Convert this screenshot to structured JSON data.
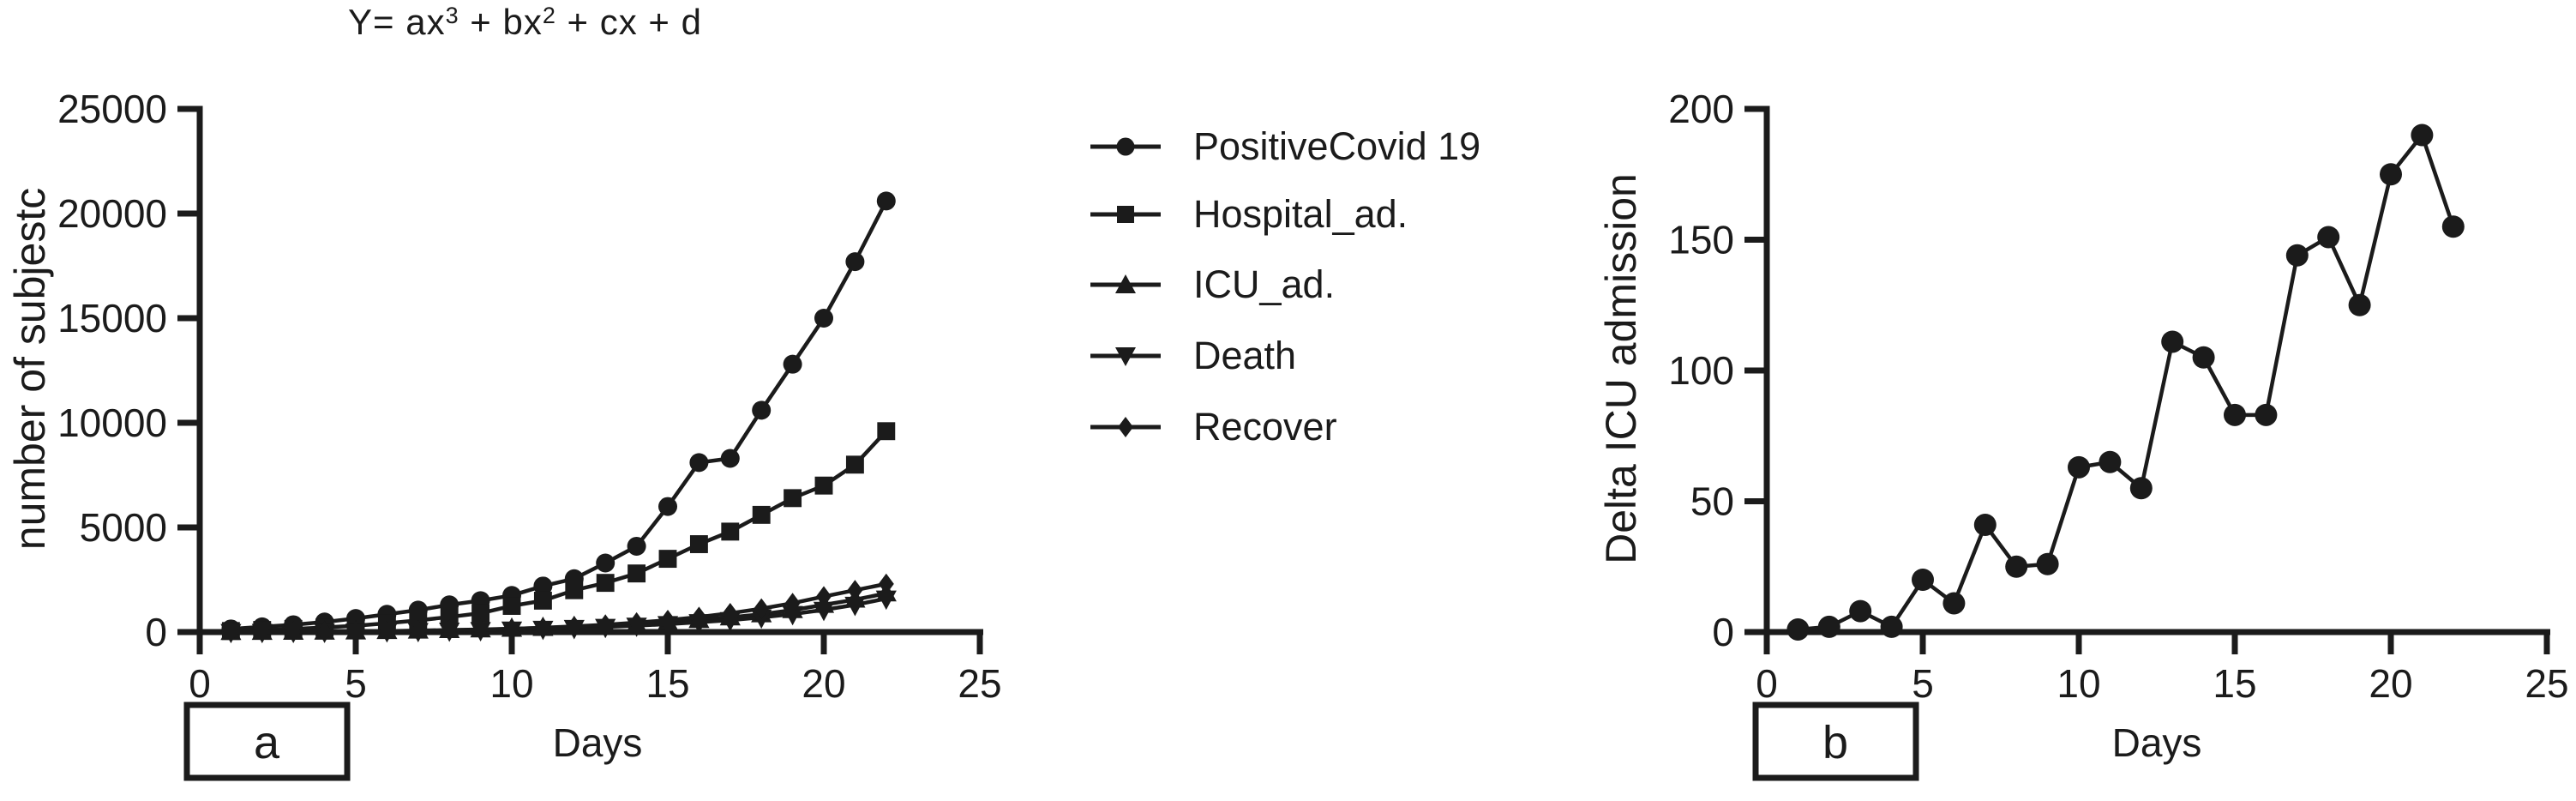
{
  "page": {
    "background": "#ffffff",
    "ink": "#1b1b1b"
  },
  "title": {
    "full": "Y= ax3 + bx2 + cx + d",
    "part1": "Y= ax",
    "sup1": "3",
    "part2": " + bx",
    "sup2": "2",
    "part3": " + cx + d"
  },
  "panel_labels": {
    "a": "a",
    "b": "b"
  },
  "chart_data": [
    {
      "id": "panel_a",
      "type": "line",
      "title": "Y= ax3 + bx2 + cx + d",
      "xlabel": "Days",
      "ylabel": "number of subjestc",
      "xlim": [
        0,
        25
      ],
      "ylim": [
        0,
        25000
      ],
      "xticks": [
        0,
        5,
        10,
        15,
        20,
        25
      ],
      "yticks": [
        0,
        5000,
        10000,
        15000,
        20000,
        25000
      ],
      "grid": false,
      "legend_position": "right",
      "x_days": [
        1,
        2,
        3,
        4,
        5,
        6,
        7,
        8,
        9,
        10,
        11,
        12,
        13,
        14,
        15,
        16,
        17,
        18,
        19,
        20,
        21,
        22
      ],
      "series": [
        {
          "name": "PositiveCovid 19",
          "marker": "circle",
          "values": [
            150,
            250,
            350,
            480,
            650,
            850,
            1050,
            1300,
            1500,
            1750,
            2200,
            2550,
            3300,
            4100,
            6000,
            8100,
            8300,
            10600,
            12800,
            15000,
            17700,
            20600
          ]
        },
        {
          "name": "Hospital_ad.",
          "marker": "square",
          "values": [
            50,
            100,
            150,
            220,
            300,
            420,
            560,
            720,
            900,
            1250,
            1500,
            2000,
            2350,
            2800,
            3500,
            4200,
            4800,
            5600,
            6400,
            7000,
            8000,
            9600
          ]
        },
        {
          "name": "ICU_ad.",
          "marker": "triangle-up",
          "values": [
            5,
            8,
            12,
            18,
            30,
            48,
            70,
            95,
            125,
            160,
            200,
            250,
            310,
            380,
            470,
            580,
            700,
            850,
            1050,
            1300,
            1550,
            1850
          ]
        },
        {
          "name": "Death",
          "marker": "triangle-down",
          "values": [
            2,
            4,
            7,
            12,
            20,
            32,
            48,
            68,
            92,
            120,
            155,
            195,
            245,
            305,
            380,
            470,
            570,
            700,
            860,
            1060,
            1300,
            1600
          ]
        },
        {
          "name": "Recover",
          "marker": "diamond",
          "values": [
            3,
            5,
            9,
            15,
            25,
            40,
            60,
            85,
            115,
            155,
            205,
            270,
            350,
            450,
            570,
            720,
            900,
            1120,
            1380,
            1700,
            2000,
            2300
          ]
        }
      ]
    },
    {
      "id": "panel_b",
      "type": "line",
      "title": "",
      "xlabel": "Days",
      "ylabel": "Delta ICU admission",
      "xlim": [
        0,
        25
      ],
      "ylim": [
        0,
        200
      ],
      "xticks": [
        0,
        5,
        10,
        15,
        20,
        25
      ],
      "yticks": [
        0,
        50,
        100,
        150,
        200
      ],
      "grid": false,
      "legend_position": "none",
      "x_days": [
        1,
        2,
        3,
        4,
        5,
        6,
        7,
        8,
        9,
        10,
        11,
        12,
        13,
        14,
        15,
        16,
        17,
        18,
        19,
        20,
        21,
        22
      ],
      "series": [
        {
          "name": "Delta ICU admission",
          "marker": "circle",
          "values": [
            1,
            2,
            8,
            2,
            20,
            11,
            41,
            25,
            26,
            63,
            65,
            55,
            111,
            105,
            83,
            83,
            144,
            151,
            125,
            175,
            190,
            155
          ]
        }
      ]
    }
  ]
}
